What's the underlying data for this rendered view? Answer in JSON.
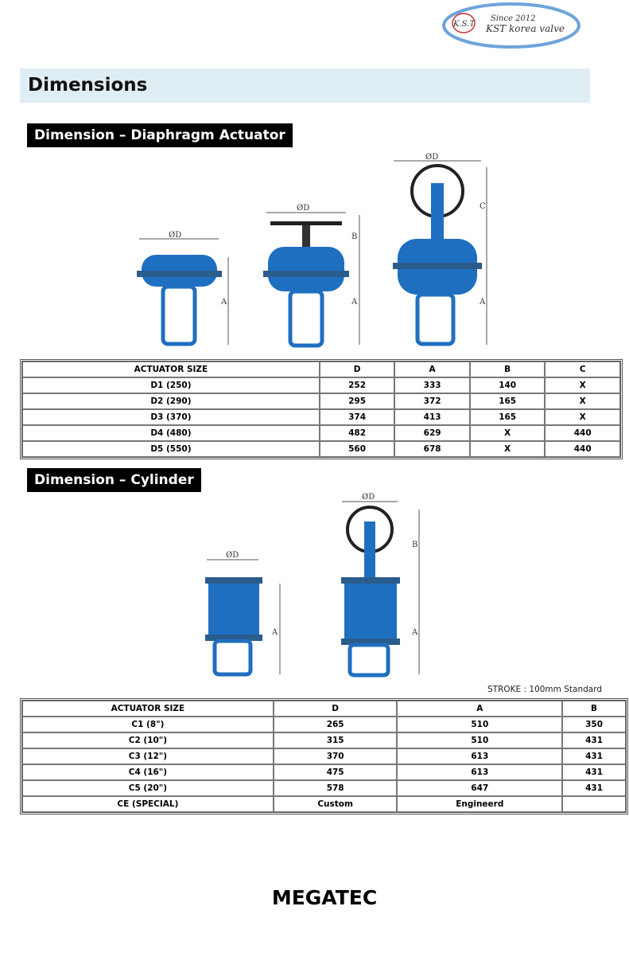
{
  "logo": {
    "mark": "K.S.T",
    "since": "Since 2012",
    "name": "KST korea valve"
  },
  "header": {
    "title": "Dimensions"
  },
  "diaphragm": {
    "label": "Dimension – Diaphragm Actuator",
    "dim_labels": {
      "d": "ØD",
      "a": "A",
      "b": "B",
      "c": "C"
    },
    "columns": [
      "ACTUATOR SIZE",
      "D",
      "A",
      "B",
      "C"
    ],
    "rows": [
      [
        "D1 (250)",
        "252",
        "333",
        "140",
        "X"
      ],
      [
        "D2 (290)",
        "295",
        "372",
        "165",
        "X"
      ],
      [
        "D3 (370)",
        "374",
        "413",
        "165",
        "X"
      ],
      [
        "D4 (480)",
        "482",
        "629",
        "X",
        "440"
      ],
      [
        "D5 (550)",
        "560",
        "678",
        "X",
        "440"
      ]
    ]
  },
  "cylinder": {
    "label": "Dimension – Cylinder",
    "dim_labels": {
      "d": "ØD",
      "a": "A",
      "b": "B"
    },
    "stroke_note": "STROKE : 100mm Standard",
    "columns": [
      "ACTUATOR SIZE",
      "D",
      "A",
      "B"
    ],
    "rows": [
      [
        "C1 (8\")",
        "265",
        "510",
        "350"
      ],
      [
        "C2 (10\")",
        "315",
        "510",
        "431"
      ],
      [
        "C3 (12\")",
        "370",
        "613",
        "431"
      ],
      [
        "C4 (16\")",
        "475",
        "613",
        "431"
      ],
      [
        "C5 (20\")",
        "578",
        "647",
        "431"
      ],
      [
        "CE (SPECIAL)",
        "Custom",
        "Engineerd",
        ""
      ]
    ]
  },
  "footer": {
    "brand": "MEGATEC"
  }
}
